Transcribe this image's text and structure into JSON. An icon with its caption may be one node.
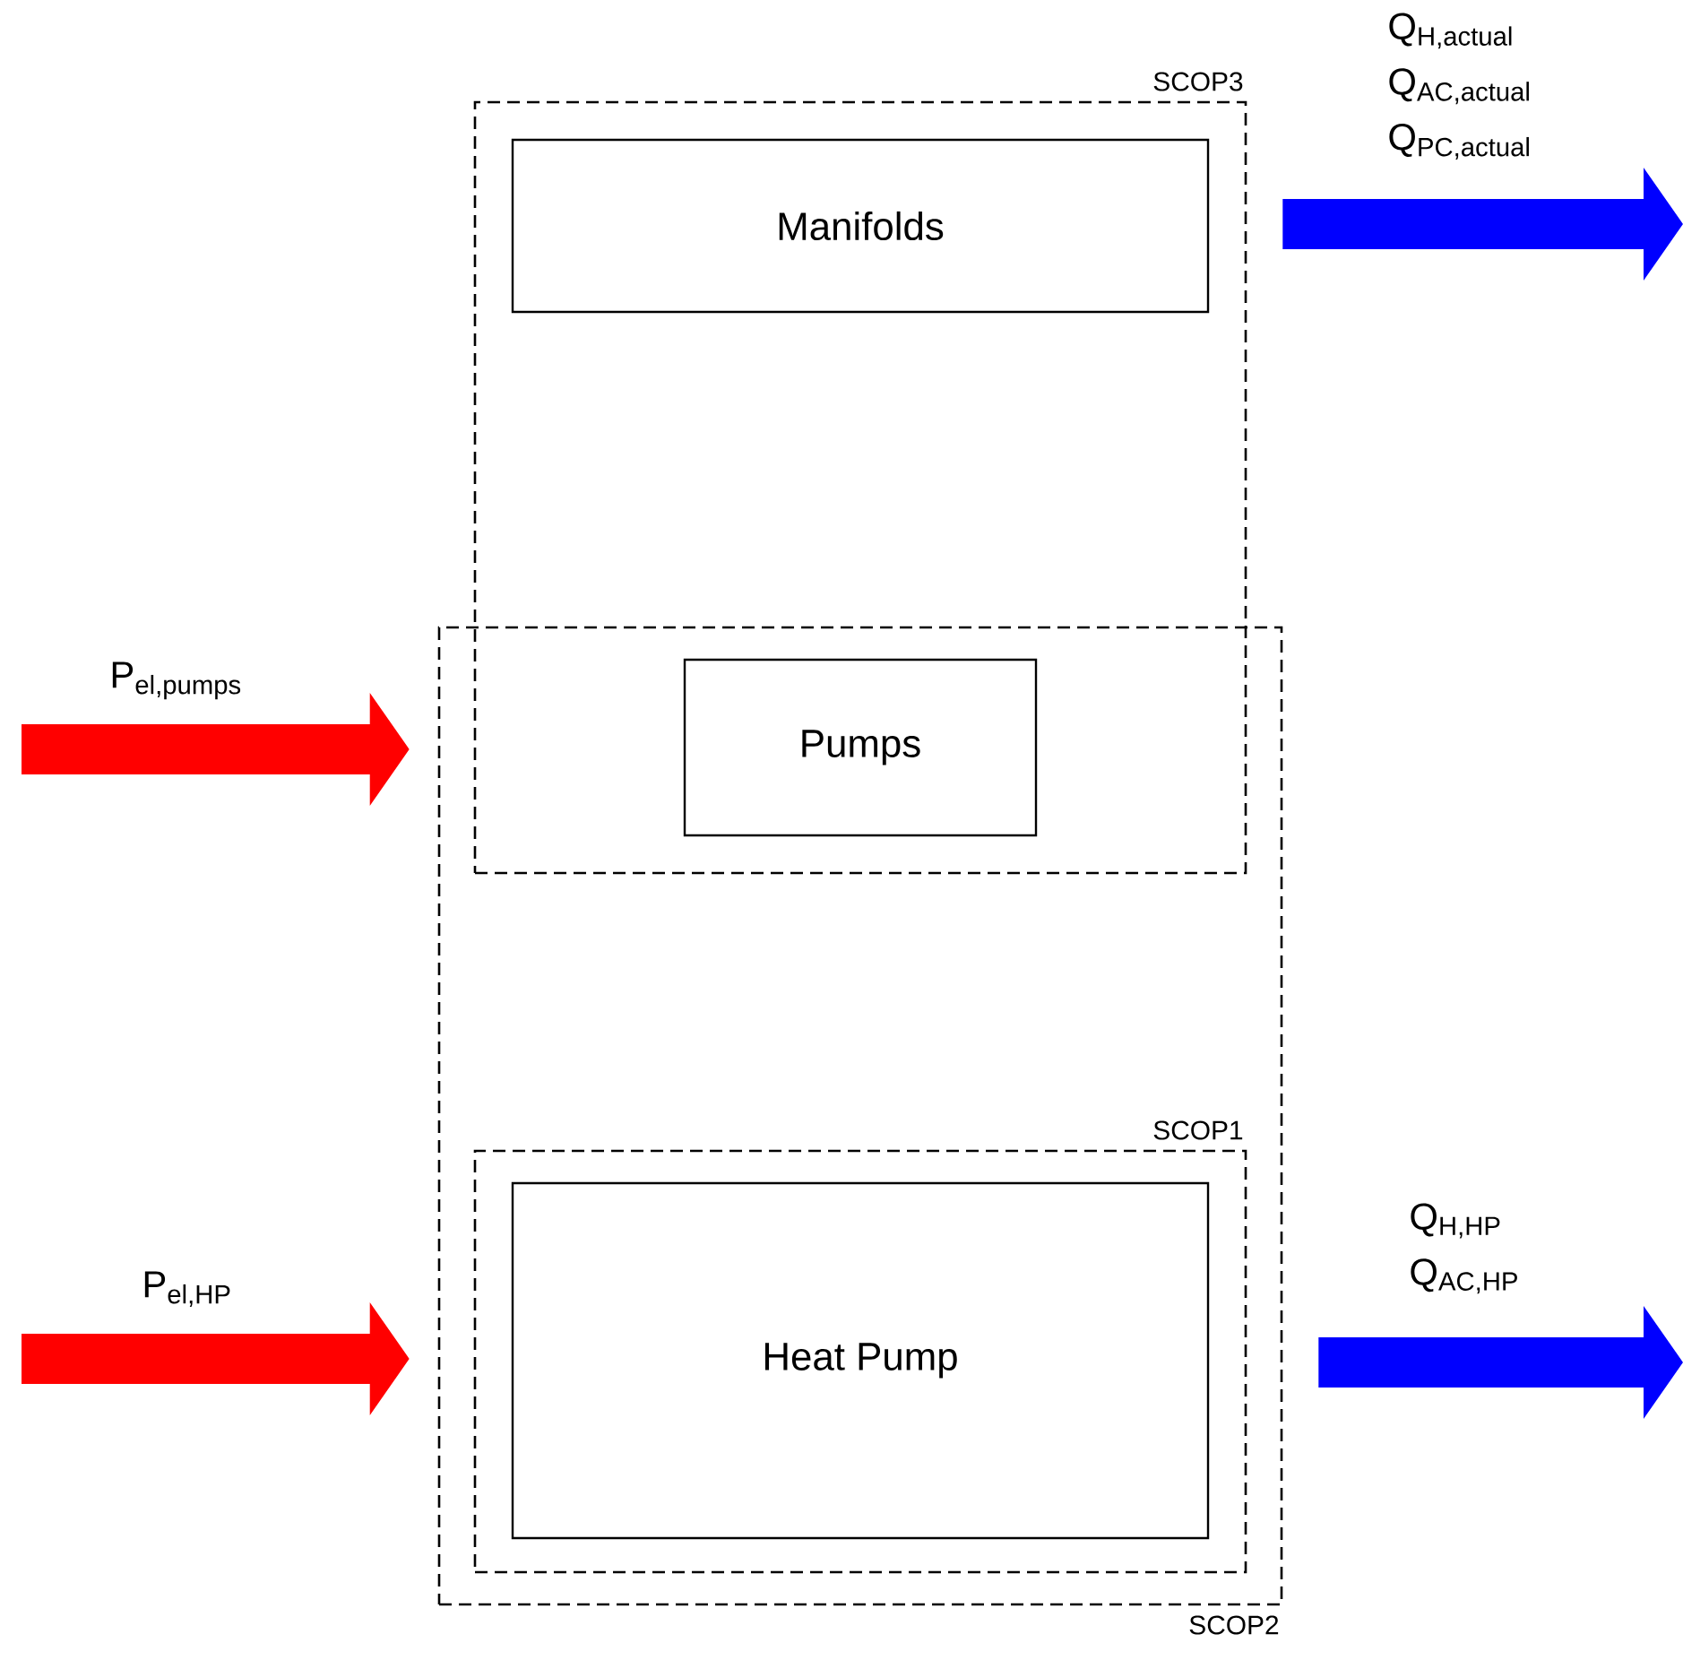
{
  "diagram": {
    "nodes": [
      {
        "text": [
          "SCOP3"
        ]
      },
      {
        "text": [
          "Manifolds"
        ],
        "in": 0
      },
      {
        "text": [
          "SCOP2"
        ]
      },
      {
        "text": [
          "Pumps"
        ]
      },
      {
        "text": [
          "SCOP1"
        ],
        "in": 2
      },
      {
        "text": [
          "Heat Pump"
        ],
        "in": 4
      }
    ],
    "edges": [
      {
        "from": null,
        "to": 2,
        "arrow": "to",
        "label": "P$_{el,pumps}$",
        "color": "#ff0000"
      },
      {
        "from": null,
        "to": 2,
        "arrow": "to",
        "label": "P$_{el,HP}$",
        "color": "#ff0000"
      },
      {
        "from": 0,
        "to": null,
        "arrow": "to",
        "label": "Q$_{H,actual}$ Q$_{AC,actual}$ Q$_{PC,actual}$",
        "color": "#0000ff"
      },
      {
        "from": 2,
        "to": null,
        "arrow": "to",
        "label": "Q$_{H,HP}$ Q$_{AC,HP}$",
        "color": "#0000ff"
      }
    ]
  }
}
